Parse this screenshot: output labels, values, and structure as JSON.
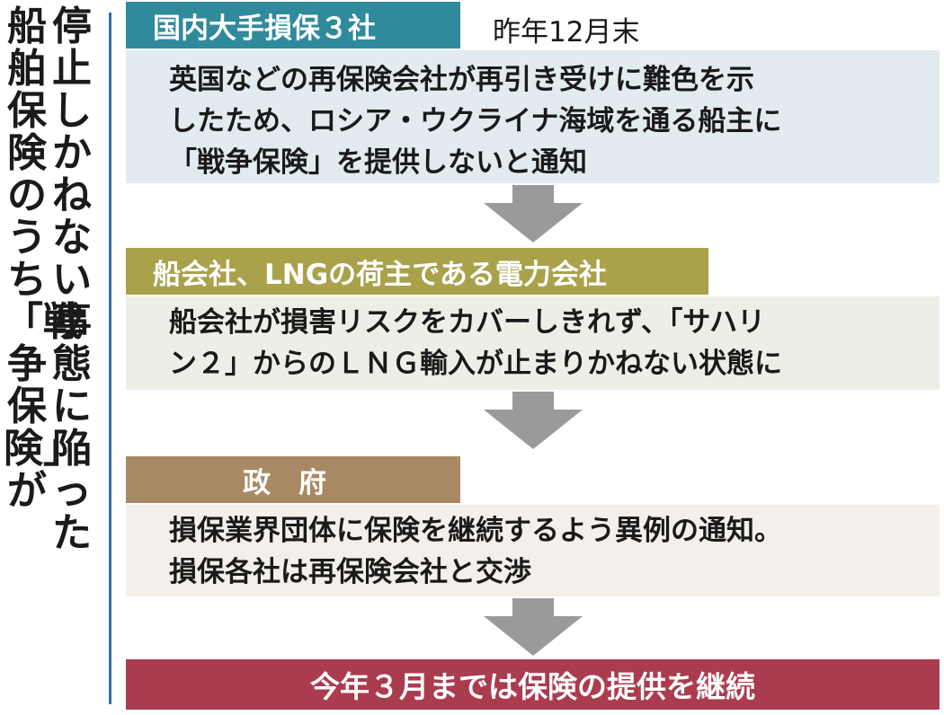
{
  "colors": {
    "step1_header": "#2f8a9b",
    "step1_body": "#e1ebf0",
    "step2_header": "#a9a24b",
    "step2_body": "#efeee6",
    "step3_header": "#a98964",
    "step3_body": "#f3efeb",
    "arrow": "#9a9a9a",
    "final": "#ab3b4e",
    "rule": "#3a6bb0"
  },
  "title": {
    "col1": "船舶保険のうち「戦争保険」が",
    "col2": "停止しかねない事態に陥った"
  },
  "steps": [
    {
      "header": "国内大手損保３社",
      "note": "昨年12月末",
      "lines": [
        "英国などの再保険会社が再引き受けに難色を示",
        "したため、ロシア・ウクライナ海域を通る船主に",
        "「戦争保険」を提供しないと通知"
      ]
    },
    {
      "header": "船会社、LNGの荷主である電力会社",
      "lines": [
        "船会社が損害リスクをカバーしきれず、「サハリ",
        "ン２」からのＬＮＧ輸入が止まりかねない状態に"
      ]
    },
    {
      "header": "政　府",
      "lines": [
        "損保業界団体に保険を継続するよう異例の通知。",
        "損保各社は再保険会社と交渉"
      ]
    }
  ],
  "final": "今年３月までは保険の提供を継続"
}
